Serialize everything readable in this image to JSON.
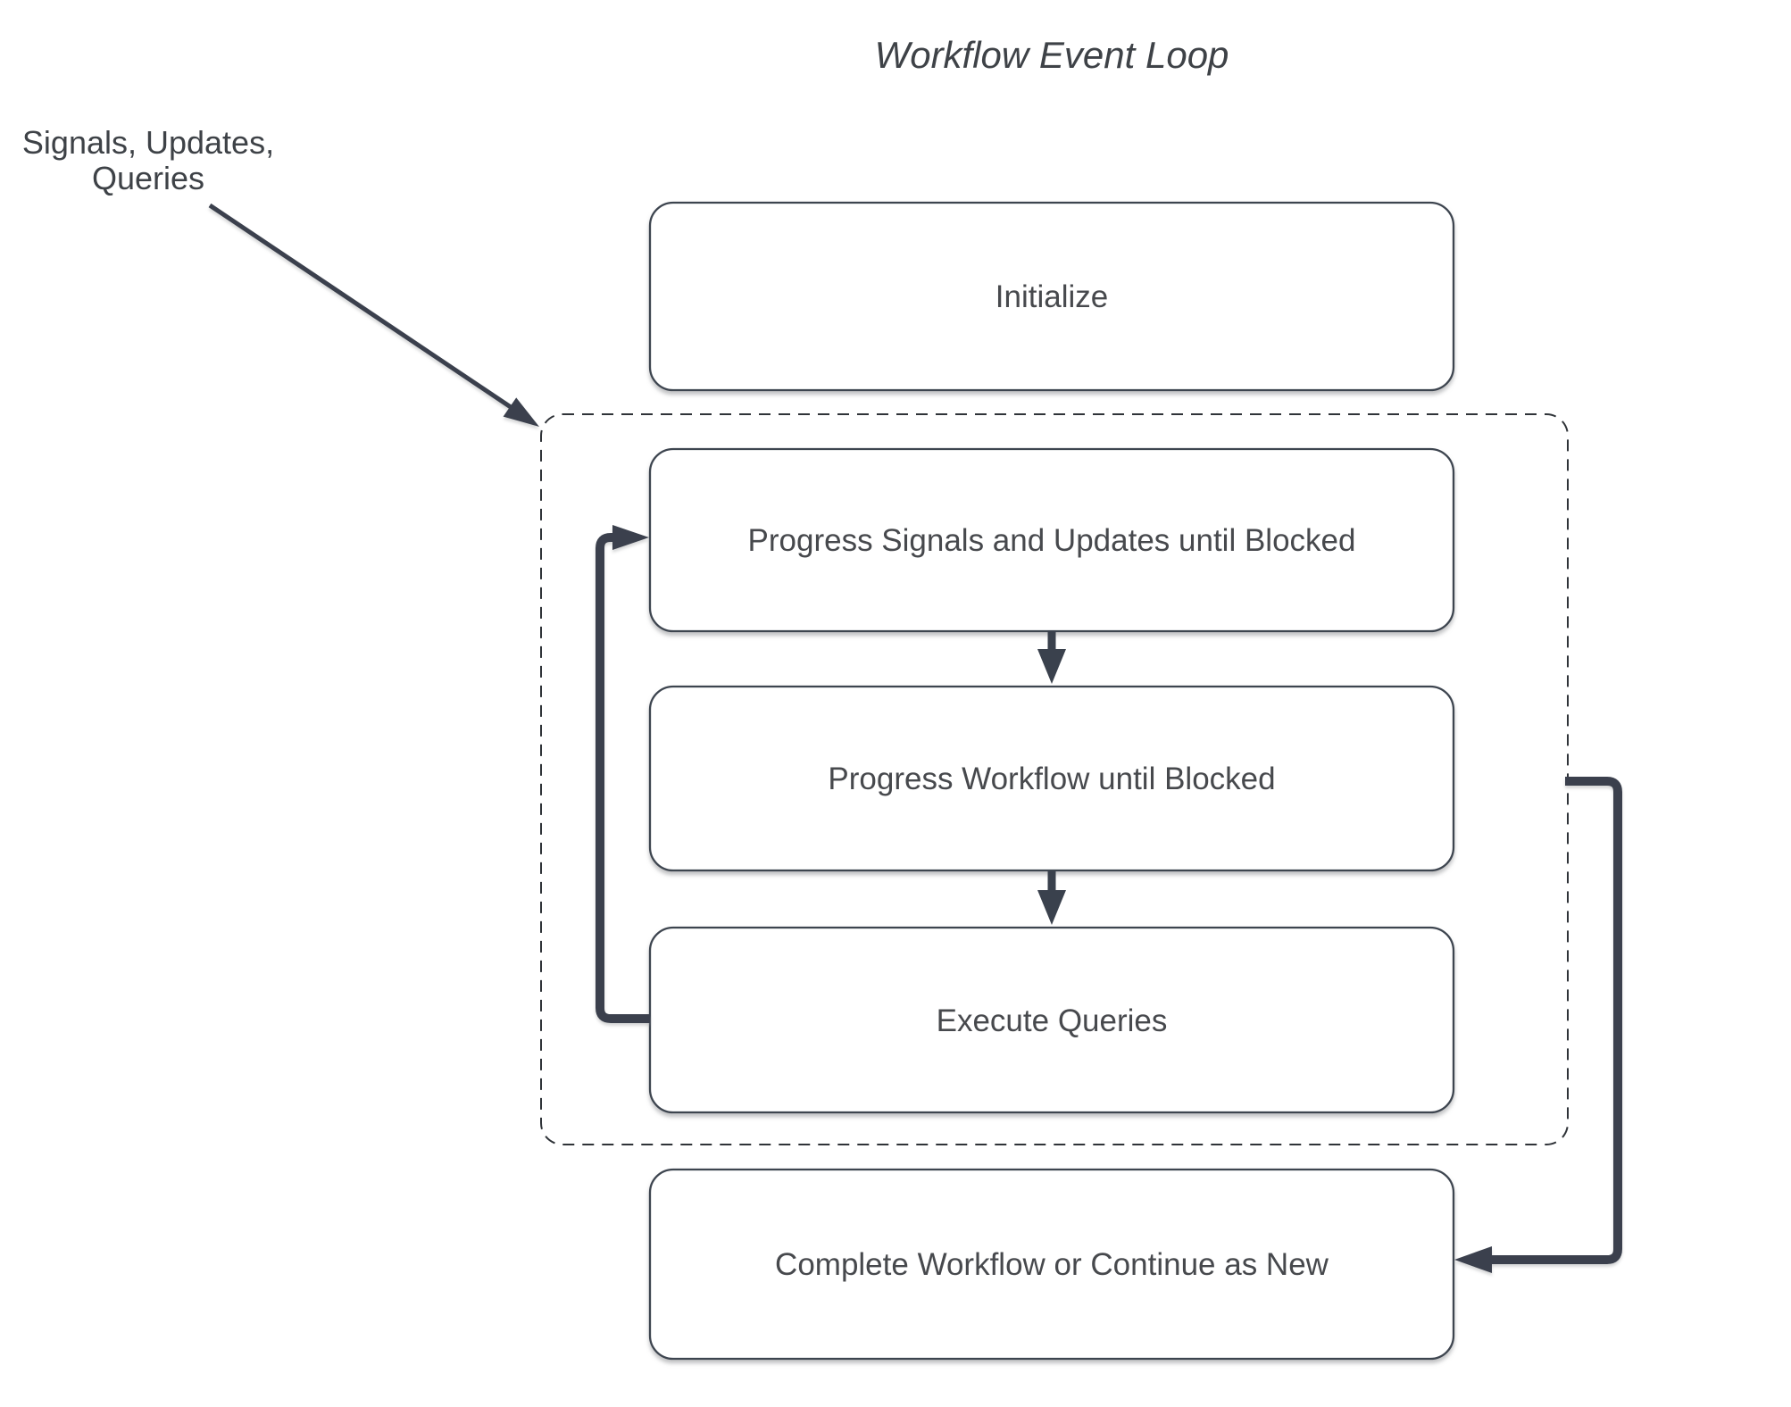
{
  "diagram": {
    "title": "Workflow Event Loop",
    "external_input": {
      "line1": "Signals, Updates,",
      "line2": "Queries"
    },
    "nodes": {
      "initialize": {
        "label": "Initialize"
      },
      "progress_signals": {
        "label": "Progress Signals and Updates until Blocked"
      },
      "progress_workflow": {
        "label": "Progress Workflow until Blocked"
      },
      "execute_queries": {
        "label": "Execute Queries"
      },
      "complete_workflow": {
        "label": "Complete Workflow or Continue as New"
      }
    },
    "colors": {
      "background": "#ffffff",
      "arrow": "#3a414d",
      "node_border": "#3e4450",
      "dashed_border": "#2f3338",
      "label_text": "#47494d",
      "title_text": "#3e4247"
    }
  }
}
